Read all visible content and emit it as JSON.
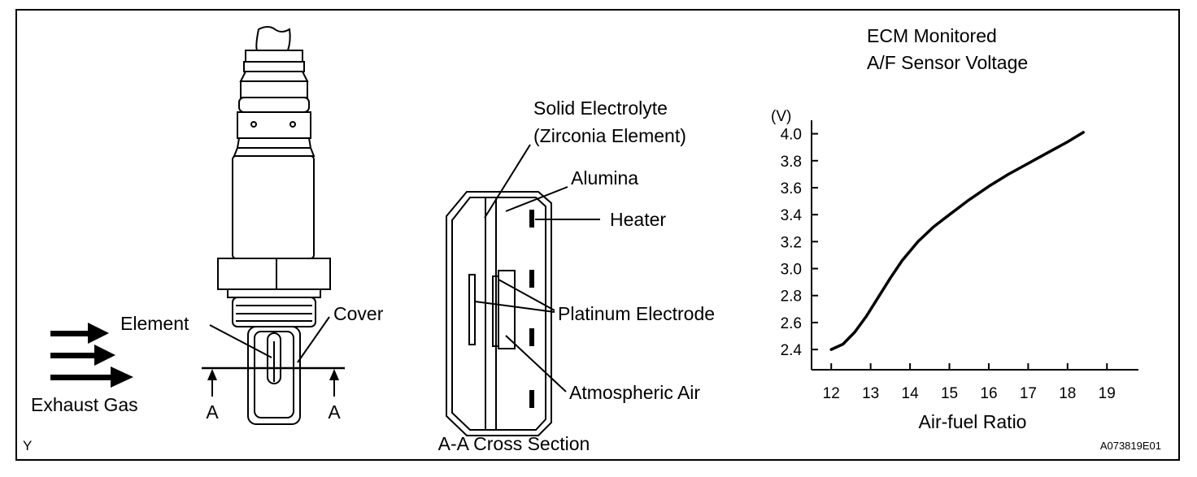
{
  "sensor": {
    "element_label": "Element",
    "cover_label": "Cover",
    "exhaust_label": "Exhaust Gas",
    "section_mark_left": "A",
    "section_mark_right": "A"
  },
  "cross_section": {
    "solid_electrolyte_line1": "Solid Electrolyte",
    "solid_electrolyte_line2": "(Zirconia Element)",
    "alumina_label": "Alumina",
    "heater_label": "Heater",
    "platinum_label": "Platinum Electrode",
    "air_label": "Atmospheric Air",
    "caption": "A-A Cross Section"
  },
  "chart_data": {
    "type": "line",
    "title_line1": "ECM Monitored",
    "title_line2": "A/F Sensor Voltage",
    "ylabel": "(V)",
    "xlabel": "Air-fuel Ratio",
    "x_ticks": [
      12,
      13,
      14,
      15,
      16,
      17,
      18,
      19
    ],
    "y_ticks": [
      "2.4",
      "2.6",
      "2.8",
      "3.0",
      "3.2",
      "3.4",
      "3.6",
      "3.8",
      "4.0"
    ],
    "xlim": [
      11.5,
      19.8
    ],
    "ylim": [
      2.25,
      4.1
    ],
    "series": [
      {
        "x": [
          12.0,
          12.3,
          12.6,
          12.9,
          13.2,
          13.5,
          13.8,
          14.2,
          14.6,
          15.0,
          15.5,
          16.0,
          16.5,
          17.0,
          17.5,
          18.0,
          18.4
        ],
        "y": [
          2.4,
          2.44,
          2.53,
          2.65,
          2.79,
          2.93,
          3.06,
          3.2,
          3.31,
          3.4,
          3.51,
          3.61,
          3.7,
          3.78,
          3.86,
          3.94,
          4.01
        ]
      }
    ]
  },
  "footer": {
    "corner_mark": "Y",
    "figure_code": "A073819E01"
  }
}
